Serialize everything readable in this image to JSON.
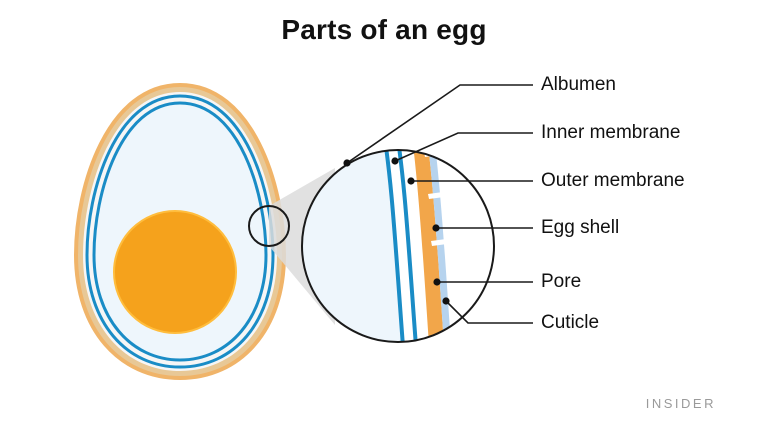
{
  "title": "Parts of an egg",
  "labels": {
    "albumen": "Albumen",
    "inner_membrane": "Inner membrane",
    "outer_membrane": "Outer membrane",
    "egg_shell": "Egg shell",
    "pore": "Pore",
    "cuticle": "Cuticle"
  },
  "brand": "INSIDER",
  "colors": {
    "shell": "#f2a64a",
    "shell_edge": "#e8c896",
    "membrane": "#1a8cc6",
    "cuticle": "#b6d3ee",
    "albumen": "#eef6fc",
    "yolk": "#f5a21c",
    "yolk_edge": "#ffb62e",
    "line": "#1a1a1a"
  }
}
